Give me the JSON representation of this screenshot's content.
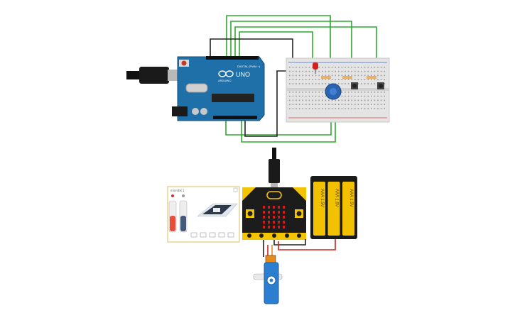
{
  "arduino": {
    "brand_text": "UNO",
    "logo_text": "ARDUINO",
    "header_label": "DIGITAL (PWM ~)"
  },
  "batteries": {
    "cells": [
      "AAA 1.5V",
      "AAA 1.5V",
      "AAA 1.5V"
    ]
  },
  "simulator_panel": {
    "title": "microbit 1",
    "icons": [
      "thermometer-icon",
      "light-icon",
      "gesture-icon",
      "shake-icon",
      "tilt-left-icon",
      "tilt-right-icon",
      "face-icon"
    ]
  },
  "colors": {
    "wire_green": "#2eaa2e",
    "wire_black": "#222222",
    "wire_red": "#d12020",
    "arduino_blue": "#1f6fa8",
    "battery_yellow": "#f2c200",
    "servo_blue": "#2c7fd0"
  }
}
